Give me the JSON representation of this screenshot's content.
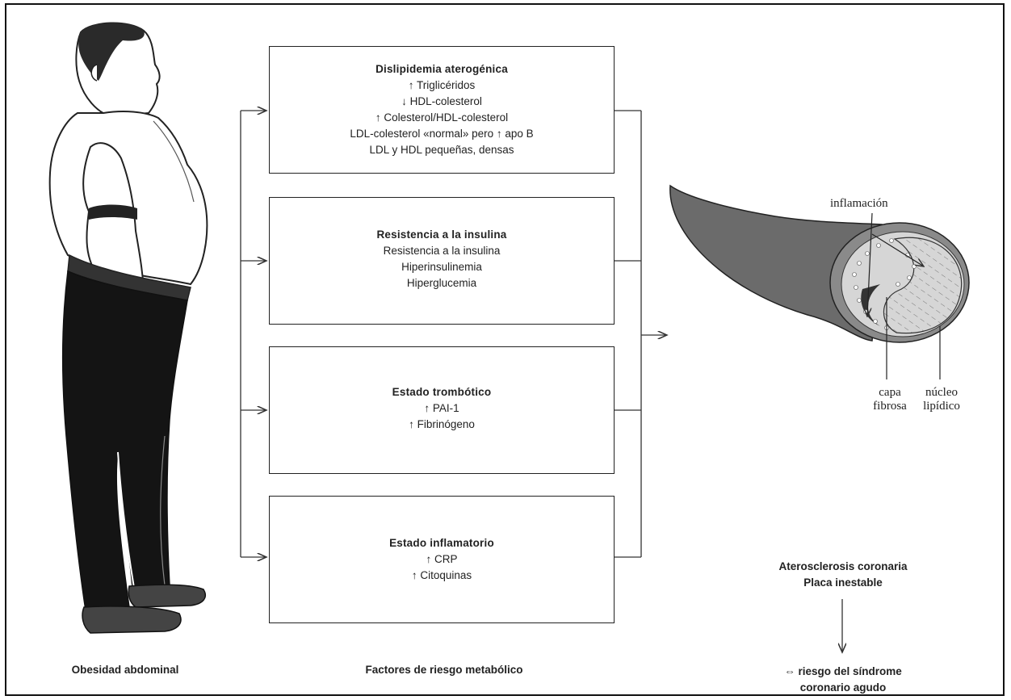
{
  "boxes": {
    "dislipidemia": {
      "title": "Dislipidemia aterogénica",
      "lines": [
        "↑ Triglicéridos",
        "↓ HDL-colesterol",
        "↑ Colesterol/HDL-colesterol",
        "LDL-colesterol «normal» pero ↑ apo B",
        "LDL y HDL pequeñas, densas"
      ]
    },
    "insulina": {
      "title": "Resistencia a la insulina",
      "lines": [
        "Resistencia a la insulina",
        "Hiperinsulinemia",
        "Hiperglucemia"
      ]
    },
    "trombotico": {
      "title": "Estado trombótico",
      "lines": [
        "↑ PAI-1",
        "↑ Fibrinógeno"
      ]
    },
    "inflamatorio": {
      "title": "Estado inflamatorio",
      "lines": [
        "↑ CRP",
        "↑ Citoquinas"
      ]
    }
  },
  "plaque_labels": {
    "inflamacion": "inflamación",
    "capa_line1": "capa",
    "capa_line2": "fibrosa",
    "nucleo_line1": "núcleo",
    "nucleo_line2": "lipídico"
  },
  "outcome": {
    "line1": "Aterosclerosis coronaria",
    "line2": "Placa inestable",
    "risk_line1": "⇔ riesgo del síndrome",
    "risk_line2": "coronario agudo"
  },
  "captions": {
    "left": "Obesidad abdominal",
    "center": "Factores de riesgo metabólico"
  }
}
